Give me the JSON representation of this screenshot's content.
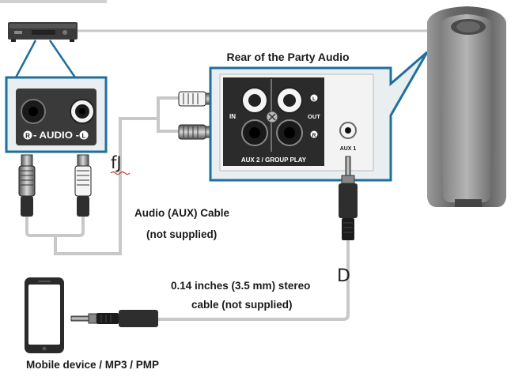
{
  "diagram": {
    "title": "Rear of the Party Audio",
    "source_panel": {
      "audio_label": "R - AUDIO - L",
      "r_badge": "R",
      "l_badge": "L"
    },
    "rear_panel": {
      "in_label": "IN",
      "out_label": "OUT",
      "l_mark": "L",
      "r_mark": "R",
      "aux1_label": "AUX 1",
      "aux2_label": "AUX 2 / GROUP PLAY"
    },
    "aux_cable_line1": "Audio (AUX) Cable",
    "aux_cable_line2": "(not supplied)",
    "stereo_cable_line1": "0.14 inches (3.5 mm) stereo",
    "stereo_cable_line2": "cable (not supplied)",
    "mobile_label": "Mobile device / MP3 / PMP",
    "mark_fj": "fJ",
    "mark_d": "D"
  },
  "colors": {
    "outline": "#1f6f9c",
    "panel_fill": "#e9eef1",
    "cable": "#c8c8c8",
    "speaker": "#6e6e6e"
  }
}
